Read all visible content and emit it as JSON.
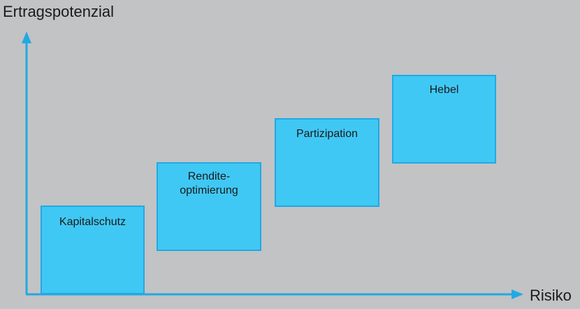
{
  "axes": {
    "y_label": "Ertragspotenzial",
    "x_label": "Risiko",
    "color": "#22a9e3"
  },
  "boxes": [
    {
      "label": "Kapitalschutz"
    },
    {
      "label": "Rendite-\noptimierung"
    },
    {
      "label": "Partizipation"
    },
    {
      "label": "Hebel"
    }
  ],
  "colors": {
    "background": "#c2c3c5",
    "box_fill": "#40c8f4",
    "box_border": "#22a9e3"
  }
}
